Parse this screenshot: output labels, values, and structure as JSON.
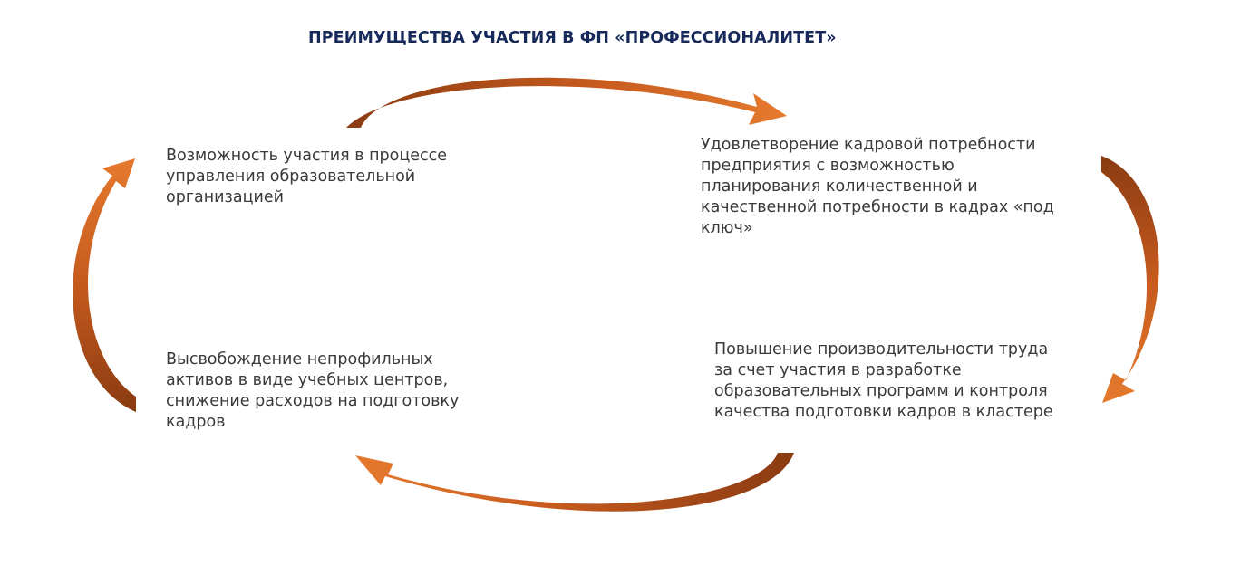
{
  "title": "ПРЕИМУЩЕСТВА УЧАСТИЯ В ФП «ПРОФЕССИОНАЛИТЕТ»",
  "blocks": {
    "top_left": {
      "lines": [
        "Возможность участия в процессе",
        "управления образовательной",
        "организацией"
      ]
    },
    "top_right": {
      "lines": [
        "Удовлетворение кадровой потребности",
        "предприятия с возможностью",
        "планирования количественной и",
        "качественной потребности в кадрах «под",
        "ключ»"
      ]
    },
    "bottom_right": {
      "lines": [
        "Повышение производительности труда",
        "за счет участия в разработке",
        "образовательных программ и контроля",
        "качества подготовки кадров в кластере"
      ]
    },
    "bottom_left": {
      "lines": [
        "Высвобождение непрофильных",
        "активов в виде учебных центров,",
        "снижение расходов на подготовку",
        "кадров"
      ]
    }
  },
  "colors": {
    "title": "#16295a",
    "text": "#3a3a3a",
    "arrow_light": "#e57a2e",
    "arrow_dark": "#8a3b12"
  }
}
